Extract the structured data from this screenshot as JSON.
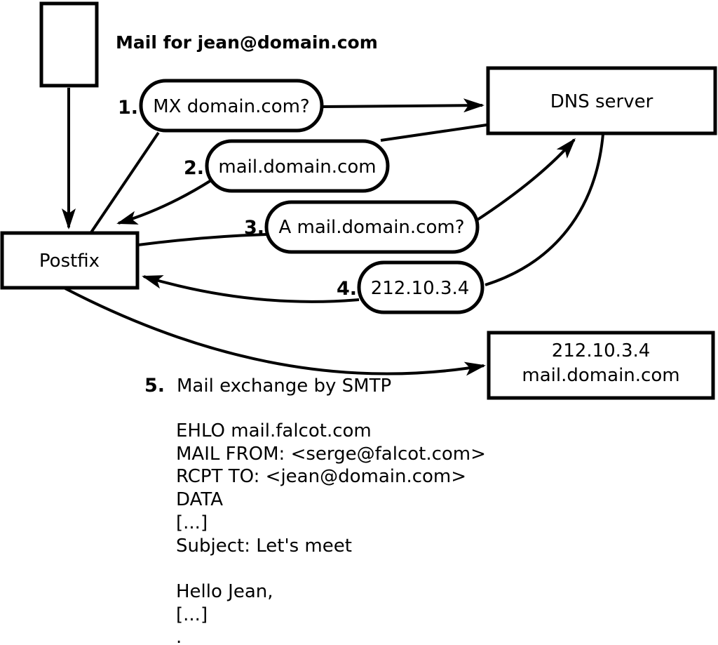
{
  "title": "Mail for jean@domain.com",
  "nodes": {
    "postfix": "Postfix",
    "dns_server": "DNS server",
    "mail_server": {
      "line1": "212.10.3.4",
      "line2": "mail.domain.com"
    }
  },
  "steps": [
    {
      "num": "1.",
      "label": "MX domain.com?"
    },
    {
      "num": "2.",
      "label": "mail.domain.com"
    },
    {
      "num": "3.",
      "label": "A mail.domain.com?"
    },
    {
      "num": "4.",
      "label": "212.10.3.4"
    },
    {
      "num": "5.",
      "label": "Mail exchange by SMTP"
    }
  ],
  "smtp_session": "EHLO mail.falcot.com\nMAIL FROM: <serge@falcot.com>\nRCPT TO: <jean@domain.com>\nDATA\n[...]\nSubject: Let's meet\n\nHello Jean,\n[...]\n.",
  "colors": {
    "stroke": "#000000",
    "background": "#ffffff"
  }
}
